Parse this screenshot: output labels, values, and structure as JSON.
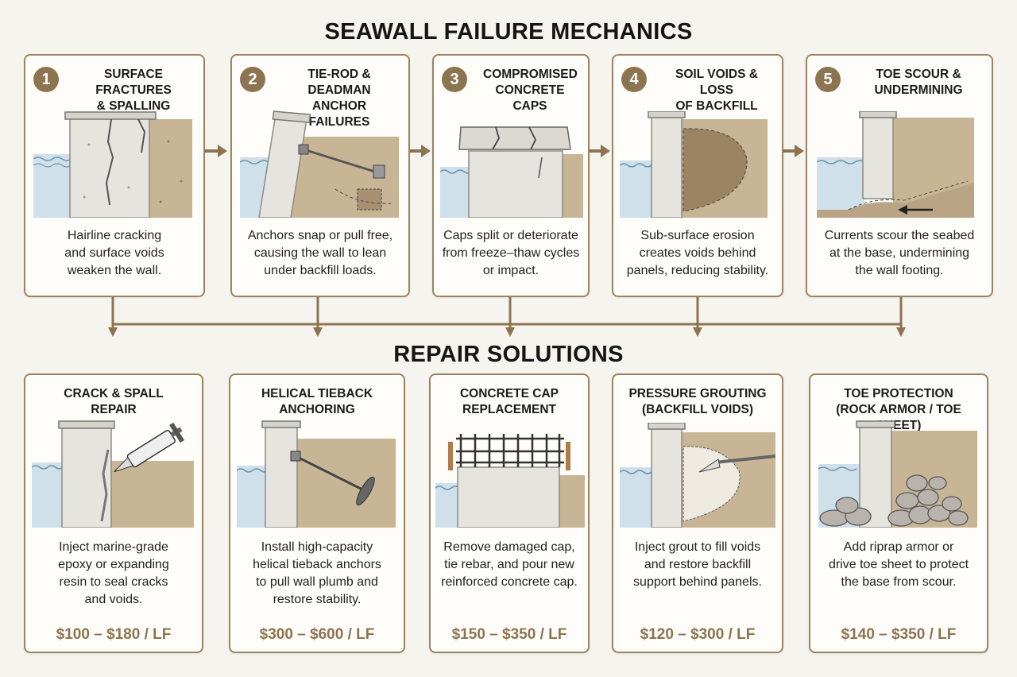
{
  "failure_section": {
    "title": "SEAWALL FAILURE MECHANICS",
    "cards": [
      {
        "number": "1",
        "title_lines": [
          "SURFACE FRACTURES",
          "& SPALLING"
        ],
        "desc_lines": [
          "Hairline cracking",
          "and surface voids",
          "weaken the wall."
        ]
      },
      {
        "number": "2",
        "title_lines": [
          "TIE-ROD & DEADMAN",
          "ANCHOR FAILURES"
        ],
        "desc_lines": [
          "Anchors snap or pull free,",
          "causing the wall to lean",
          "under backfill loads."
        ]
      },
      {
        "number": "3",
        "title_lines": [
          "COMPROMISED",
          "CONCRETE CAPS"
        ],
        "desc_lines": [
          "Caps split or deteriorate",
          "from freeze–thaw cycles",
          "or impact."
        ]
      },
      {
        "number": "4",
        "title_lines": [
          "SOIL VOIDS & LOSS",
          "OF BACKFILL"
        ],
        "desc_lines": [
          "Sub-surface erosion",
          "creates voids behind",
          "panels, reducing stability."
        ]
      },
      {
        "number": "5",
        "title_lines": [
          "TOE SCOUR &",
          "UNDERMINING"
        ],
        "desc_lines": [
          "Currents scour the seabed",
          "at the base, undermining",
          "the wall footing."
        ]
      }
    ]
  },
  "repair_section": {
    "title": "REPAIR SOLUTIONS",
    "cards": [
      {
        "title_lines": [
          "CRACK & SPALL",
          "REPAIR"
        ],
        "desc_lines": [
          "Inject marine-grade",
          "epoxy or expanding",
          "resin to seal cracks",
          "and voids."
        ],
        "cost": "$100 – $180 / LF"
      },
      {
        "title_lines": [
          "HELICAL TIEBACK",
          "ANCHORING"
        ],
        "desc_lines": [
          "Install high-capacity",
          "helical tieback anchors",
          "to pull wall plumb and",
          "restore stability."
        ],
        "cost": "$300 – $600 / LF"
      },
      {
        "title_lines": [
          "CONCRETE CAP",
          "REPLACEMENT"
        ],
        "desc_lines": [
          "Remove damaged cap,",
          "tie rebar, and pour new",
          "reinforced concrete cap."
        ],
        "cost": "$150 – $350 / LF"
      },
      {
        "title_lines": [
          "PRESSURE GROUTING",
          "(BACKFILL VOIDS)"
        ],
        "desc_lines": [
          "Inject grout to fill voids",
          "and restore backfill",
          "support behind panels."
        ],
        "cost": "$120 – $300 / LF"
      },
      {
        "title_lines": [
          "TOE PROTECTION",
          "(ROCK ARMOR / TOE SHEET)"
        ],
        "desc_lines": [
          "Add riprap armor or",
          "drive toe sheet to protect",
          "the base from scour."
        ],
        "cost": "$140 – $350 / LF"
      }
    ]
  },
  "colors": {
    "frame": "#9c8462",
    "accent": "#8c7450",
    "water": "#cfe0ea",
    "soil": "#c8b596",
    "concrete": "#e6e4df"
  }
}
